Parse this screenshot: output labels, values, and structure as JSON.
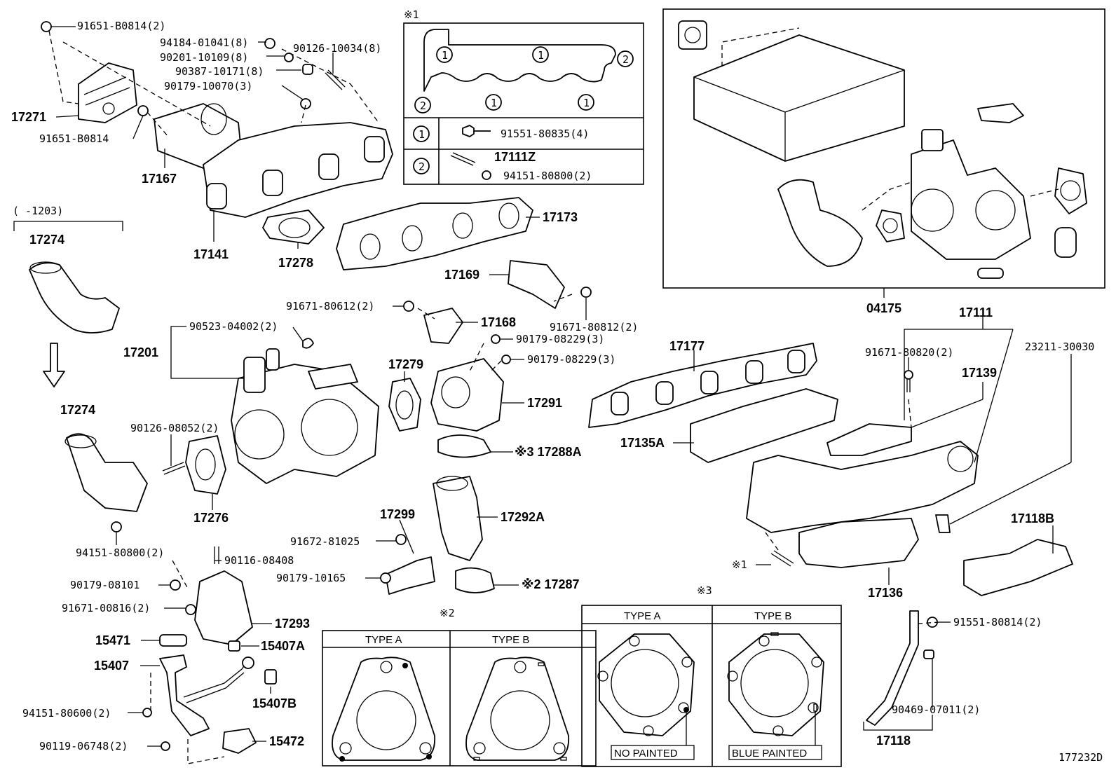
{
  "labels": {
    "p_91651_b0814_2": "91651-B0814(2)",
    "p_94184_01041_8": "94184-01041(8)",
    "p_90201_10109_8": "90201-10109(8)",
    "p_90126_10034_8": "90126-10034(8)",
    "p_90387_10171_8": "90387-10171(8)",
    "p_90179_10070_3": "90179-10070(3)",
    "p_17271": "17271",
    "p_91651_b0814": "91651-B0814",
    "p_17167": "17167",
    "p_17141": "17141",
    "p_17278": "17278",
    "p_1203": "(     -1203)",
    "p_17274_a": "17274",
    "p_17274_b": "17274",
    "p_17173": "17173",
    "p_17169": "17169",
    "p_91671_80612_2": "91671-80612(2)",
    "p_17168": "17168",
    "p_91671_80812_2": "91671-80812(2)",
    "p_90523_04002_2": "90523-04002(2)",
    "p_17201": "17201",
    "p_90179_08229_3_a": "90179-08229(3)",
    "p_90179_08229_3_b": "90179-08229(3)",
    "p_17279": "17279",
    "p_17291": "17291",
    "p_90126_08052_2": "90126-08052(2)",
    "p_17276": "17276",
    "p_17288a": "※3 17288A",
    "p_94151_80800_2_b": "94151-80800(2)",
    "p_90116_08408": "90116-08408",
    "p_17299": "17299",
    "p_17292a": "17292A",
    "p_91672_81025": "91672-81025",
    "p_90179_10165": "90179-10165",
    "p_90179_08101": "90179-08101",
    "p_17287": "※2 17287",
    "p_91671_00816_2": "91671-00816(2)",
    "p_17293": "17293",
    "p_15471": "15471",
    "p_15407a": "15407A",
    "p_15407": "15407",
    "p_94151_80600_2": "94151-80600(2)",
    "p_15407b": "15407B",
    "p_90119_06748_2": "90119-06748(2)",
    "p_15472": "15472",
    "p_04175": "04175",
    "p_17111": "17111",
    "p_91671_80820_2": "91671-80820(2)",
    "p_23211_30030": "23211-30030",
    "p_17139": "17139",
    "p_17177": "17177",
    "p_17135a": "17135A",
    "p_17118b": "17118B",
    "p_ref1": "※1",
    "p_17136": "17136",
    "p_91551_80814_2": "91551-80814(2)",
    "p_90469_07011_2": "90469-07011(2)",
    "p_17118": "17118",
    "diagram_no": "177232D"
  },
  "note1": {
    "mark": "※1",
    "row1_num": "1",
    "row1_part": "91551-80835(4)",
    "row2_num": "2",
    "row2_part_a": "17111Z",
    "row2_part_b": "94151-80800(2)"
  },
  "note2": {
    "mark": "※2",
    "type_a": "TYPE A",
    "type_b": "TYPE B"
  },
  "note3": {
    "mark": "※3",
    "type_a": "TYPE A",
    "type_b": "TYPE B",
    "no_painted": "NO PAINTED",
    "blue_painted": "BLUE PAINTED"
  }
}
